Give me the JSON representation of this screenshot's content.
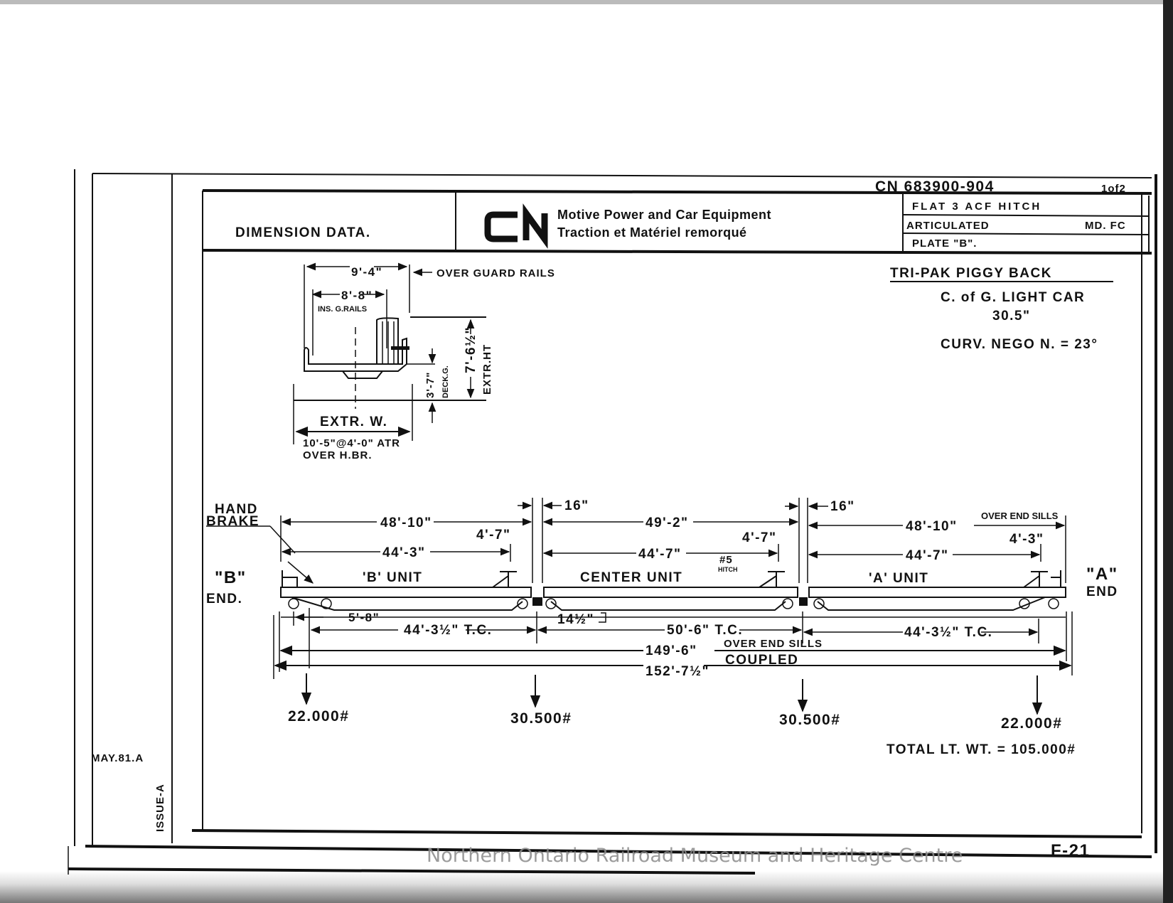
{
  "title_block": {
    "left_title": "DIMENSION DATA.",
    "logo_text": "CN",
    "company_line_1": "Motive Power and Car Equipment",
    "company_line_2": "Traction et Matériel remorqué",
    "drawing_number": "CN 683900-904",
    "sheet": "1of2",
    "row_1": "FLAT  3 ACF HITCH",
    "row_2_left": "ARTICULATED",
    "row_2_right": "MD. FC",
    "row_3": "PLATE \"B\"."
  },
  "notes": {
    "car_type": "TRI-PAK PIGGY BACK",
    "cog_label": "C. of G. LIGHT CAR",
    "cog_value": "30.5\"",
    "curve": "CURV. NEGO N. = 23°"
  },
  "cross_section": {
    "over_guard_rails_dim": "9'-4\"",
    "over_guard_rails_label": "OVER GUARD RAILS",
    "inside_rails_dim": "8'-8\"",
    "inside_rails_label": "INS. G.RAILS",
    "deck_height_dim": "3'-7\"",
    "deck_height_label": "DECK.G.",
    "extreme_height_dim": "7'-6½\"",
    "extreme_height_label": "EXTR.HT",
    "extreme_width_label": "EXTR. W.",
    "extreme_width_dim": "10'-5\"@4'-0\" ATR",
    "extreme_width_note": "OVER H.BR."
  },
  "side_view": {
    "hand_brake_1": "HAND",
    "hand_brake_2": "BRAKE",
    "b_end_1": "\"B\"",
    "b_end_2": "END.",
    "a_end_1": "\"A\"",
    "a_end_2": "END",
    "gap_1": "16\"",
    "gap_2": "16\"",
    "b_unit_over_sills": "48'-10\"",
    "center_unit_over_sills": "49'-2\"",
    "a_unit_over_sills": "48'-10\"",
    "over_end_sills_label": "OVER END SILLS",
    "b_unit_hitch_offset": "4'-7\"",
    "center_unit_hitch_offset": "4'-7\"",
    "a_unit_hitch_offset": "4'-3\"",
    "b_unit_length": "44'-3\"",
    "center_unit_length": "44'-7\"",
    "a_unit_length": "44'-7\"",
    "b_unit_label": "'B' UNIT",
    "center_unit_label": "CENTER UNIT",
    "a_unit_label": "'A' UNIT",
    "hitch_label_1": "#5",
    "hitch_label_2": "HITCH",
    "wheelbase": "5'-8\"",
    "b_unit_truck_centers": "44'-3½\" T.C.",
    "coupler_drop": "14½\"",
    "center_unit_truck_centers": "50'-6\" T.C.",
    "a_unit_truck_centers": "44'-3½\" T.C.",
    "overall_over_end_sills": "149'-6\"",
    "overall_over_end_sills_label": "OVER END SILLS",
    "overall_coupled": "152'-7½\"",
    "overall_coupled_label": "COUPLED"
  },
  "weights": {
    "truck_1": "22.000#",
    "truck_2": "30.500#",
    "truck_3": "30.500#",
    "truck_4": "22.000#",
    "total": "TOTAL LT. WT. = 105.000#"
  },
  "revision": {
    "date": "MAY.81.A",
    "issue": "ISSUE-A"
  },
  "footer": {
    "page_code": "F-21",
    "watermark": "Northern Ontario Railroad Museum and Heritage Centre"
  }
}
